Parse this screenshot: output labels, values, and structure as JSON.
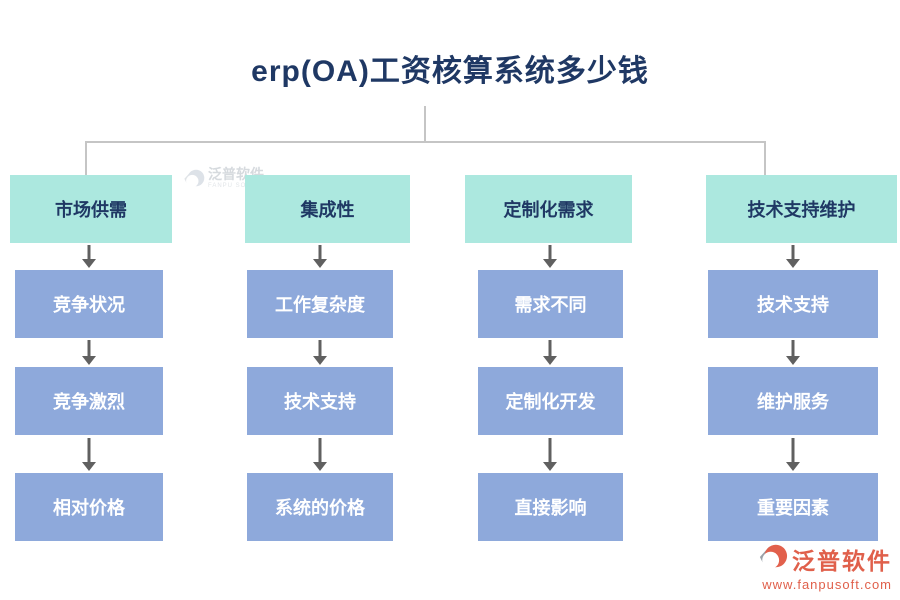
{
  "title": "erp(OA)工资核算系统多少钱",
  "columns": [
    {
      "title": "市场供需",
      "items": [
        "竞争状况",
        "竞争激烈",
        "相对价格"
      ]
    },
    {
      "title": "集成性",
      "items": [
        "工作复杂度",
        "技术支持",
        "系统的价格"
      ]
    },
    {
      "title": "定制化需求",
      "items": [
        "需求不同",
        "定制化开发",
        "直接影响"
      ]
    },
    {
      "title": "技术支持维护",
      "items": [
        "技术支持",
        "维护服务",
        "重要因素"
      ]
    }
  ],
  "watermark": {
    "brand": "泛普软件",
    "sub": "FANPU SOFTWARE"
  },
  "footer_logo": {
    "brand": "泛普软件",
    "url": "www.fanpusoft.com"
  },
  "colors": {
    "header_bg": "#ACE8DF",
    "node_bg": "#8EA9DB",
    "title_text": "#1F3864",
    "arrow": "#606060",
    "connector": "#C5C5C5",
    "brand": "#E0604B"
  }
}
